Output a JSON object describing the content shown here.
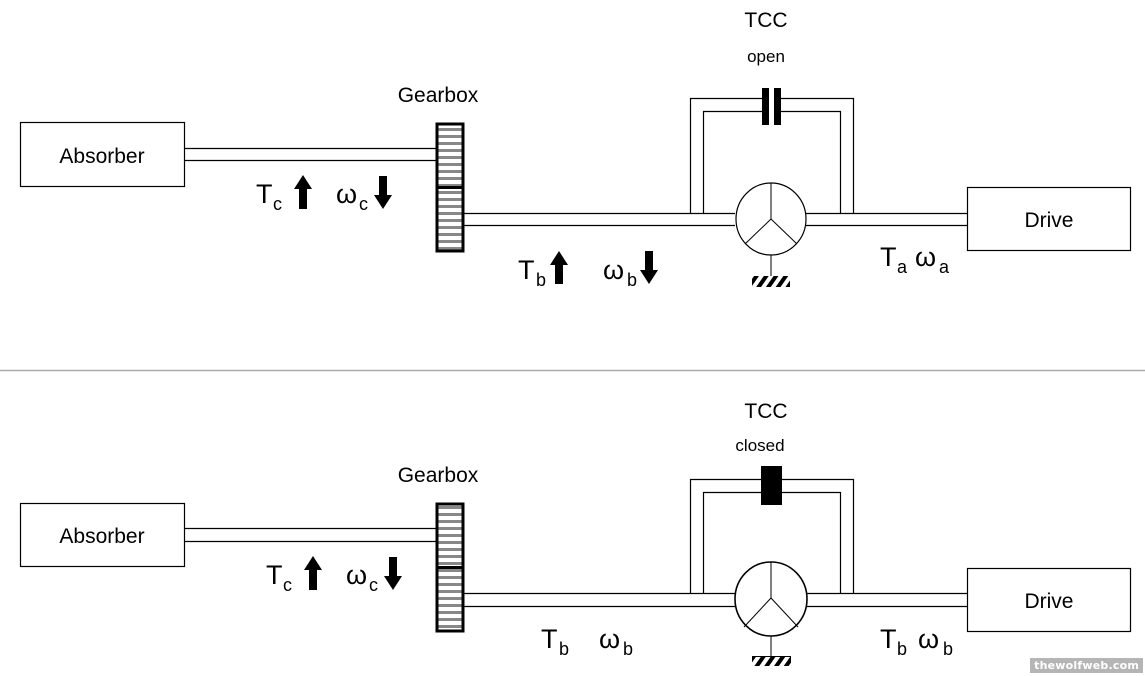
{
  "panels": [
    {
      "id": "open",
      "absorber_label": "Absorber",
      "gearbox_label": "Gearbox",
      "drive_label": "Drive",
      "tcc_label": "TCC",
      "tcc_state": "open",
      "labels": {
        "input_torque": {
          "base": "T",
          "sub": "c"
        },
        "input_speed": {
          "base": "ω",
          "sub": "c"
        },
        "mid_torque": {
          "base": "T",
          "sub": "b"
        },
        "mid_speed": {
          "base": "ω",
          "sub": "b"
        },
        "output_torque": {
          "base": "T",
          "sub": "a"
        },
        "output_speed": {
          "base": "ω",
          "sub": "a"
        }
      },
      "arrows": {
        "input_torque": "up",
        "input_speed": "down",
        "mid_torque": "up",
        "mid_speed": "down"
      }
    },
    {
      "id": "closed",
      "absorber_label": "Absorber",
      "gearbox_label": "Gearbox",
      "drive_label": "Drive",
      "tcc_label": "TCC",
      "tcc_state": "closed",
      "labels": {
        "input_torque": {
          "base": "T",
          "sub": "c"
        },
        "input_speed": {
          "base": "ω",
          "sub": "c"
        },
        "mid_torque": {
          "base": "T",
          "sub": "b"
        },
        "mid_speed": {
          "base": "ω",
          "sub": "b"
        },
        "output_torque": {
          "base": "T",
          "sub": "b"
        },
        "output_speed": {
          "base": "ω",
          "sub": "b"
        }
      },
      "arrows": {
        "input_torque": "up",
        "input_speed": "down",
        "mid_torque": "none",
        "mid_speed": "none"
      }
    }
  ],
  "watermark": "thewolfweb.com",
  "colors": {
    "line": "#000000",
    "gear_stripe": "#888888",
    "separator": "#aaaaaa"
  }
}
